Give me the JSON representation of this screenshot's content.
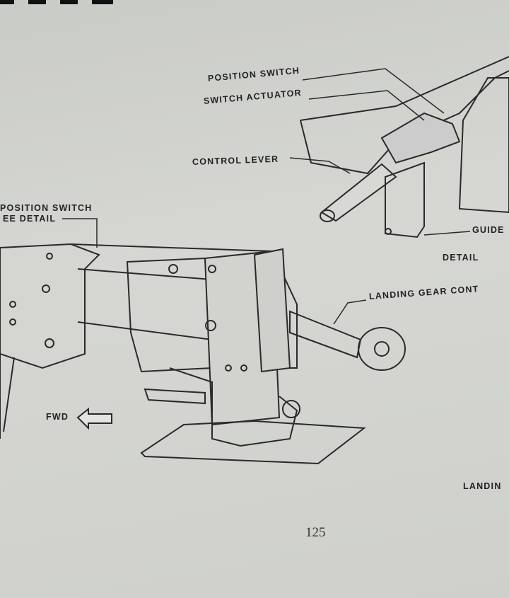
{
  "labels": {
    "position_switch": "POSITION SWITCH",
    "switch_actuator": "SWITCH ACTUATOR",
    "control_lever": "CONTROL LEVER",
    "guide": "GUIDE",
    "detail": "DETAIL",
    "position_switch_left": "POSITION SWITCH",
    "see_detail": "EE DETAIL",
    "landing_gear_control": "LANDING GEAR CONT",
    "fwd": "FWD",
    "landing_caption": "LANDIN"
  },
  "page_number": "125"
}
